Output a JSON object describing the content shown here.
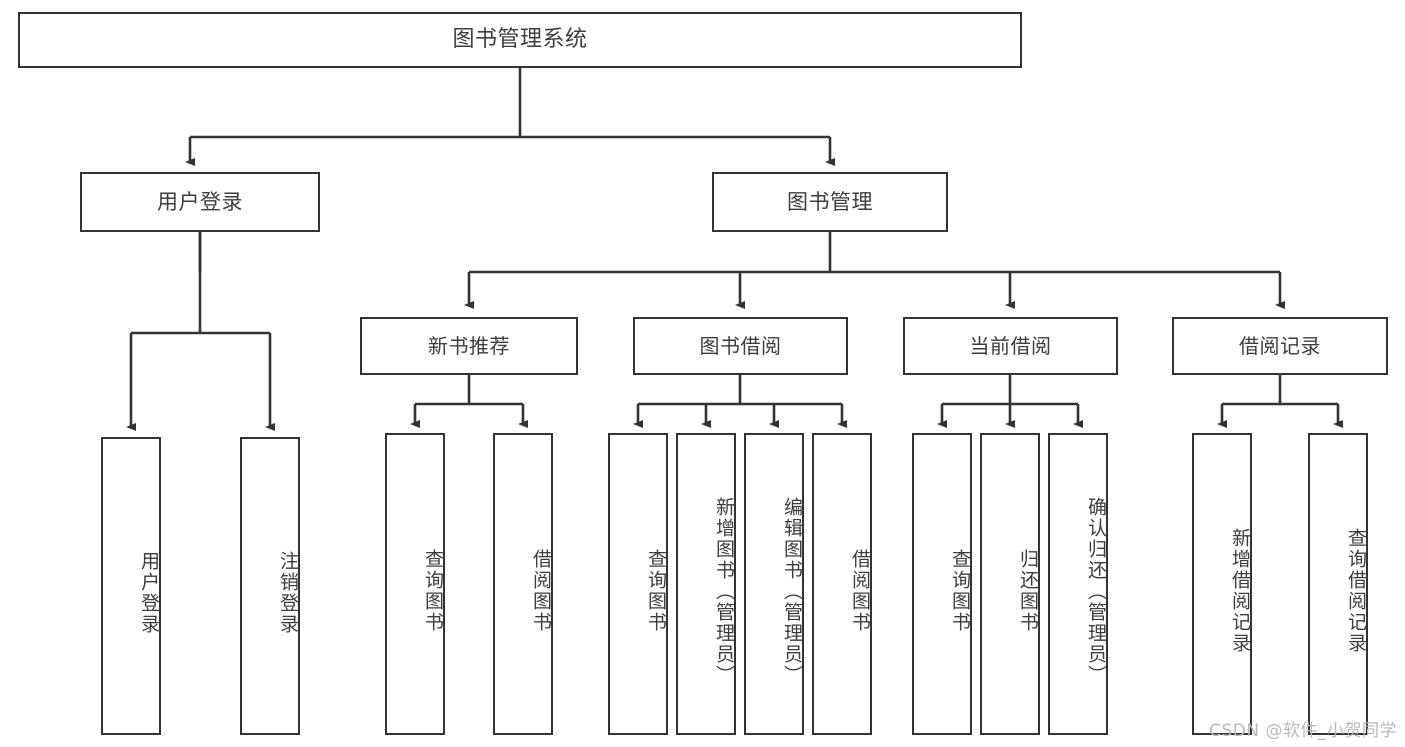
{
  "diagram": {
    "title": "图书管理系统",
    "type": "tree-hierarchy-chart",
    "stroke_color": "#333333",
    "text_color": "#3d3d3d",
    "background_color": "#ffffff"
  },
  "root": {
    "label": "图书管理系统"
  },
  "level2": [
    {
      "id": "user-login",
      "label": "用户登录"
    },
    {
      "id": "book-management",
      "label": "图书管理"
    }
  ],
  "level3": [
    {
      "id": "new-book-recommend",
      "label": "新书推荐"
    },
    {
      "id": "book-borrow",
      "label": "图书借阅"
    },
    {
      "id": "current-borrow",
      "label": "当前借阅"
    },
    {
      "id": "borrow-record",
      "label": "借阅记录"
    }
  ],
  "leaves": {
    "user_login": [
      {
        "id": "leaf-user-login",
        "label": "用户登录"
      },
      {
        "id": "leaf-logout",
        "label": "注销登录"
      }
    ],
    "new_book_recommend": [
      {
        "id": "leaf-query-book-1",
        "label": "查询图书"
      },
      {
        "id": "leaf-borrow-book-1",
        "label": "借阅图书"
      }
    ],
    "book_borrow": [
      {
        "id": "leaf-query-book-2",
        "label": "查询图书"
      },
      {
        "id": "leaf-add-book",
        "label": "新增图书（管理员）"
      },
      {
        "id": "leaf-edit-book",
        "label": "编辑图书（管理员）"
      },
      {
        "id": "leaf-borrow-book-2",
        "label": "借阅图书"
      }
    ],
    "current_borrow": [
      {
        "id": "leaf-query-book-3",
        "label": "查询图书"
      },
      {
        "id": "leaf-return-book",
        "label": "归还图书"
      },
      {
        "id": "leaf-confirm-return",
        "label": "确认归还（管理员）"
      }
    ],
    "borrow_record": [
      {
        "id": "leaf-add-record",
        "label": "新增借阅记录"
      },
      {
        "id": "leaf-query-record",
        "label": "查询借阅记录"
      }
    ]
  },
  "watermark": {
    "text": "CSDN @软件_小贺同学"
  }
}
